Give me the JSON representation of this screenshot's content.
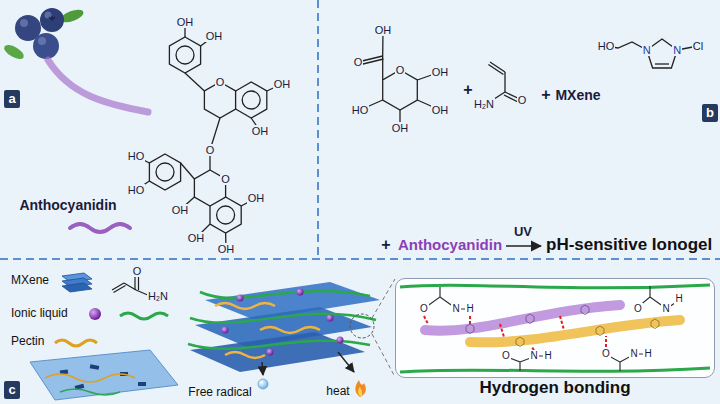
{
  "diagram": {
    "nodes": [
      {
        "text": [
          "a"
        ]
      },
      {
        "text": [
          "b"
        ]
      },
      {
        "text": [
          "c"
        ]
      },
      {
        "text": [
          "Hydrogen bonding"
        ]
      }
    ],
    "labels": [
      "OH",
      "OH",
      "O",
      "OH",
      "OH",
      "O",
      "HO",
      "HO",
      "O",
      "OH",
      "OH",
      "OH",
      "OH",
      "Anthocyanidin",
      "OH",
      "O",
      "O",
      "OH",
      "OH",
      "OH",
      "HO",
      "+",
      "O",
      "H₂N",
      "+",
      "MXene",
      "HO",
      "N",
      "N",
      "Cl",
      "+",
      "Anthocyanidin",
      "UV",
      "pH-sensitive Ionogel",
      "H₂N",
      "O",
      "Free radical",
      "heat",
      "O",
      "N",
      "H",
      "O",
      "N",
      "H",
      "O",
      "N",
      "H",
      "O",
      "N",
      "H"
    ],
    "legend": [
      {
        "text": "MXene"
      },
      {
        "text": "Ionic liquid"
      },
      {
        "text": "Pectin"
      }
    ]
  }
}
